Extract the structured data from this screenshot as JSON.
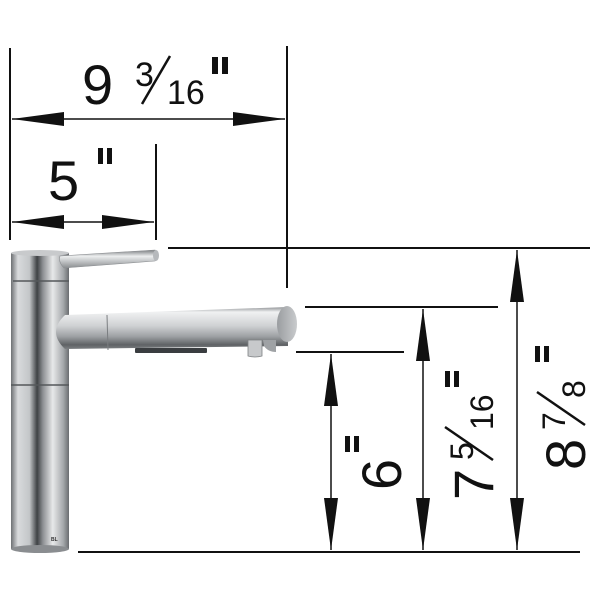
{
  "diagram": {
    "subject": "Pull-out kitchen faucet side elevation with dimensions",
    "colors": {
      "line": "#111111",
      "background": "#ffffff",
      "steel_light": "#e6e7e8",
      "steel_mid": "#b9bcbf",
      "steel_dark": "#5a5d60",
      "spray_strip": "#3a3d40"
    },
    "dimensions": {
      "overall_reach": {
        "whole": "9",
        "num": "3",
        "den": "16",
        "unit": "\"",
        "label": "9 3/16\""
      },
      "spout_base_reach": {
        "whole": "5",
        "unit": "\"",
        "label": "5\""
      },
      "aerator_height": {
        "whole": "6",
        "unit": "\"",
        "label": "6\""
      },
      "spout_top_height": {
        "whole": "7",
        "num": "5",
        "den": "16",
        "unit": "\"",
        "label": "7 5/16\""
      },
      "overall_height": {
        "whole": "8",
        "num": "7",
        "den": "8",
        "unit": "\"",
        "label": "8 7/8\""
      }
    },
    "faucet": {
      "brand_mark": "BL"
    }
  }
}
